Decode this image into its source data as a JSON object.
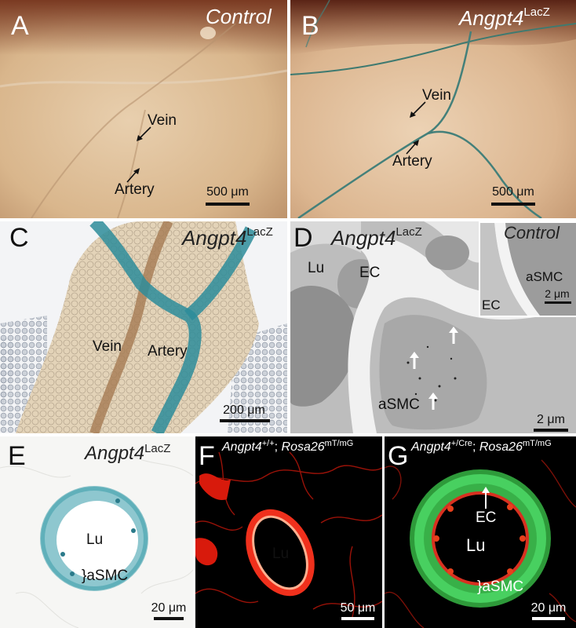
{
  "panels": {
    "A": {
      "letter": "A",
      "title": "Control",
      "vein": "Vein",
      "artery": "Artery",
      "scale": "500 μm"
    },
    "B": {
      "letter": "B",
      "title": "Angpt4",
      "title_sup": "LacZ",
      "vein": "Vein",
      "artery": "Artery",
      "scale": "500 μm"
    },
    "C": {
      "letter": "C",
      "title": "Angpt4",
      "title_sup": "LacZ",
      "vein": "Vein",
      "artery": "Artery",
      "scale": "200 μm"
    },
    "D": {
      "letter": "D",
      "title": "Angpt4",
      "title_sup": "LacZ",
      "lu": "Lu",
      "ec": "EC",
      "asmc": "aSMC",
      "scale": "2 μm",
      "inset": {
        "title": "Control",
        "asmc": "aSMC",
        "ec": "EC",
        "scale": "2 μm"
      }
    },
    "E": {
      "letter": "E",
      "title": "Angpt4",
      "title_sup": "LacZ",
      "lu": "Lu",
      "asmc": "}aSMC",
      "scale": "20 μm"
    },
    "F": {
      "letter": "F",
      "title_gene": "Angpt4",
      "title_geno": "+/+",
      "title_sep": "; ",
      "title_rosa": "Rosa26",
      "title_rosa_sup": "mT/mG",
      "lu": "Lu",
      "scale": "50 μm"
    },
    "G": {
      "letter": "G",
      "title_gene": "Angpt4",
      "title_geno": "+/Cre",
      "title_sep": "; ",
      "title_rosa": "Rosa26",
      "title_rosa_sup": "mT/mG",
      "ec": "EC",
      "lu": "Lu",
      "asmc": "}aSMC",
      "scale": "20 μm"
    }
  },
  "colors": {
    "tissue_tan": "#d8b48c",
    "xgal_blue": "#2a8a9a",
    "em_gray": "#9a9a9a",
    "mtomato_red": "#e02010",
    "mgfp_green": "#30c050"
  }
}
